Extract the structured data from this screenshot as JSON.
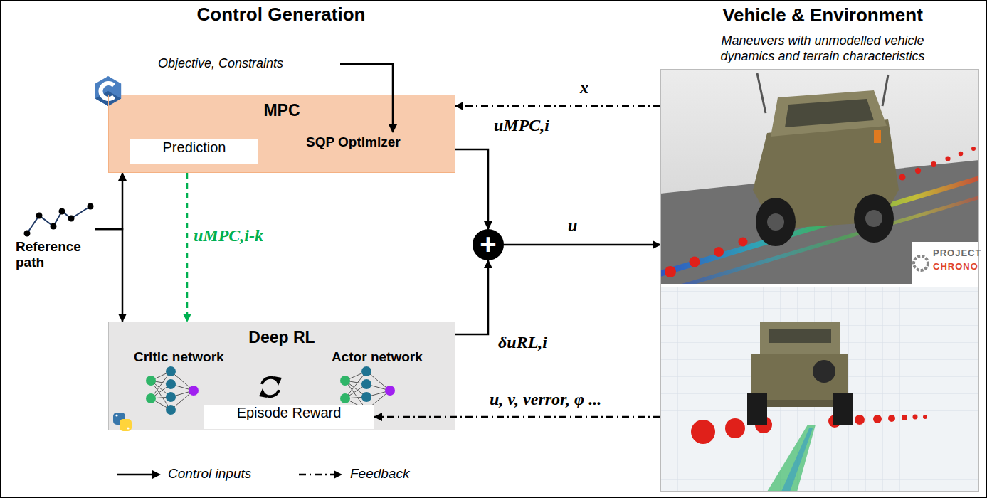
{
  "diagram": {
    "title": "Control Generation",
    "nodes": [
      {
        "text": [
          "MPC"
        ]
      },
      {
        "text": [
          "Prediction"
        ],
        "in": 0
      },
      {
        "text": [
          "Reference path"
        ]
      },
      {
        "text": [
          "Deep RL"
        ]
      },
      {
        "text": [
          "Episode Reward"
        ],
        "in": 3
      },
      {
        "text": [
          "+"
        ]
      },
      {
        "text": [
          "Vehicle & Environment",
          "Maneuvers with unmodelled vehicle dynamics and terrain characteristics"
        ]
      }
    ],
    "edges": [
      {
        "from": 6,
        "to": 0,
        "label": "x",
        "arrow": "to"
      },
      {
        "from": 0,
        "to": 5,
        "label": "uMPC,i",
        "arrow": "to"
      },
      {
        "from": 2,
        "to": 0,
        "arrow": "to"
      },
      {
        "from": 2,
        "to": 3,
        "arrow": "to"
      },
      {
        "from": 0,
        "to": 3,
        "label": "uMPC,i-k",
        "arrow": "to"
      },
      {
        "from": 3,
        "to": 5,
        "label": "δuRL,i",
        "arrow": "to"
      },
      {
        "from": 5,
        "to": 6,
        "label": "u",
        "arrow": "to"
      },
      {
        "from": 6,
        "to": 4,
        "label": "u, v, verror, φ ...",
        "arrow": "to"
      }
    ],
    "labels": [
      "Objective, Constraints",
      "SQP Optimizer",
      "Critic network",
      "Actor network",
      "PROJECT",
      "CHRONO"
    ],
    "legend": [
      {
        "text": "Control inputs"
      },
      {
        "text": "Feedback"
      }
    ]
  }
}
